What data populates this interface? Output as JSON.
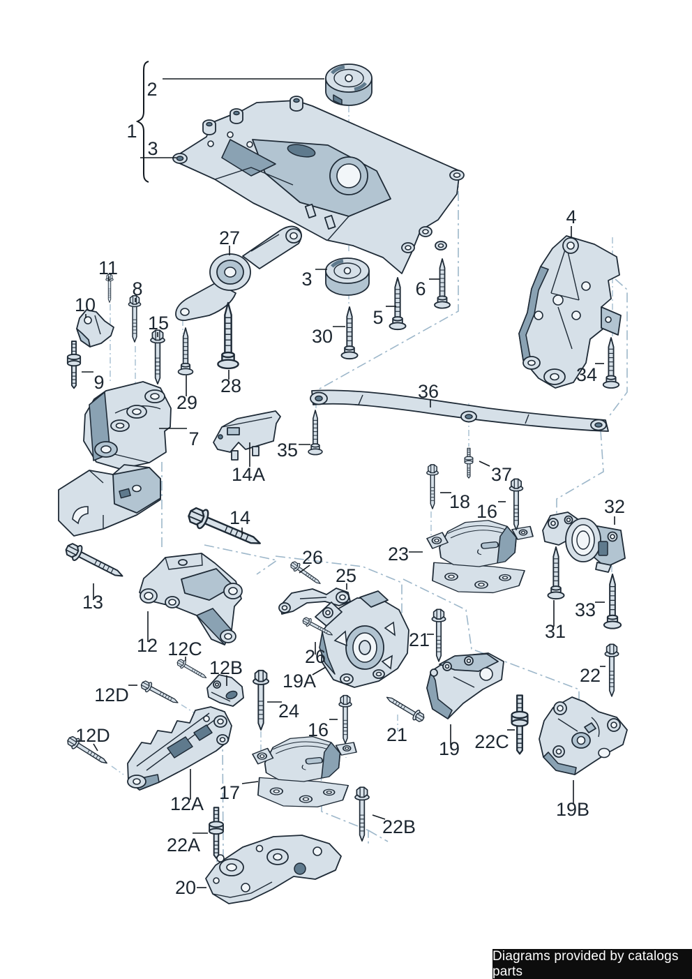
{
  "colors": {
    "background": "#ffffff",
    "part_light": "#d6e0e8",
    "part_mid": "#b2c4d1",
    "part_dark": "#8aa2b3",
    "part_deep": "#5f7a8d",
    "outline": "#1e2a36",
    "connector_line": "#9db7ca",
    "label_color": "#1c2630",
    "footer_bg": "#0d0d0d",
    "footer_text": "#ffffff"
  },
  "footer": {
    "text": "Diagrams provided by catalogs parts"
  },
  "diagram": {
    "title": "Engine and gearbox mounting exploded parts diagram",
    "labels": [
      {
        "text": "2",
        "part": "bonded-rubber-mount"
      },
      {
        "text": "1",
        "part": "subframe-assembly"
      },
      {
        "text": "3",
        "part": "bonded-rubber-mount"
      },
      {
        "text": "27",
        "part": "pendulum-support-arm"
      },
      {
        "text": "3",
        "part": "bonded-rubber-mount"
      },
      {
        "text": "30",
        "part": "screw"
      },
      {
        "text": "5",
        "part": "screw"
      },
      {
        "text": "6",
        "part": "screw"
      },
      {
        "text": "4",
        "part": "support-bracket"
      },
      {
        "text": "34",
        "part": "screw"
      },
      {
        "text": "11",
        "part": "bolt"
      },
      {
        "text": "8",
        "part": "bolt"
      },
      {
        "text": "10",
        "part": "retaining-bracket"
      },
      {
        "text": "15",
        "part": "bolt"
      },
      {
        "text": "9",
        "part": "stud"
      },
      {
        "text": "29",
        "part": "screw"
      },
      {
        "text": "28",
        "part": "screw"
      },
      {
        "text": "7",
        "part": "engine-mount"
      },
      {
        "text": "14A",
        "part": "cover-plate"
      },
      {
        "text": "35",
        "part": "screw"
      },
      {
        "text": "36",
        "part": "connecting-strut"
      },
      {
        "text": "37",
        "part": "nut"
      },
      {
        "text": "18",
        "part": "bolt"
      },
      {
        "text": "16",
        "part": "bolt"
      },
      {
        "text": "23",
        "part": "gearbox-mount"
      },
      {
        "text": "32",
        "part": "bearing-bracket"
      },
      {
        "text": "14",
        "part": "bolt"
      },
      {
        "text": "13",
        "part": "bolt"
      },
      {
        "text": "12",
        "part": "engine-support-bracket"
      },
      {
        "text": "12C",
        "part": "bolt"
      },
      {
        "text": "26",
        "part": "bolt"
      },
      {
        "text": "25",
        "part": "link-arm"
      },
      {
        "text": "21",
        "part": "bolt"
      },
      {
        "text": "26",
        "part": "bolt"
      },
      {
        "text": "19A",
        "part": "mounting-bracket"
      },
      {
        "text": "12B",
        "part": "retaining-plate"
      },
      {
        "text": "12D",
        "part": "bolt"
      },
      {
        "text": "24",
        "part": "bolt"
      },
      {
        "text": "12D",
        "part": "bolt"
      },
      {
        "text": "16",
        "part": "bolt"
      },
      {
        "text": "21",
        "part": "bolt"
      },
      {
        "text": "19",
        "part": "support-bracket"
      },
      {
        "text": "22C",
        "part": "stud"
      },
      {
        "text": "22",
        "part": "bolt"
      },
      {
        "text": "22A",
        "part": "stud"
      },
      {
        "text": "12A",
        "part": "support-bracket"
      },
      {
        "text": "17",
        "part": "gearbox-mount"
      },
      {
        "text": "22B",
        "part": "bolt"
      },
      {
        "text": "19B",
        "part": "support-bracket"
      },
      {
        "text": "31",
        "part": "screw"
      },
      {
        "text": "33",
        "part": "screw"
      },
      {
        "text": "20",
        "part": "support-plate"
      }
    ]
  }
}
